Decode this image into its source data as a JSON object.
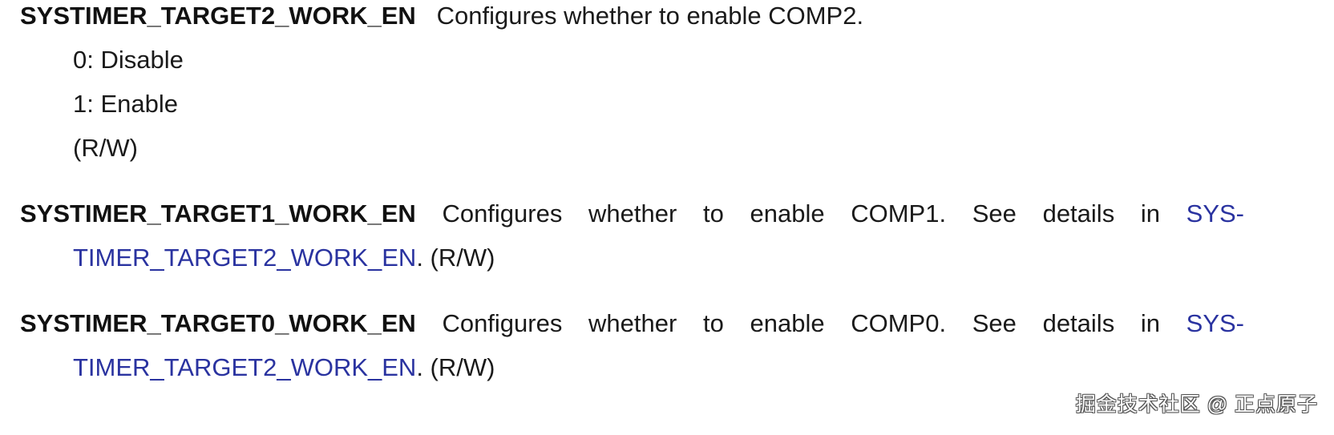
{
  "entries": [
    {
      "field": "SYSTIMER_TARGET2_WORK_EN",
      "description": "Configures whether to enable COMP2.",
      "values": [
        "0: Disable",
        "1: Enable"
      ],
      "access": "(R/W)"
    },
    {
      "field": "SYSTIMER_TARGET1_WORK_EN",
      "words": [
        "Configures",
        "whether",
        "to",
        "enable",
        "COMP1.",
        "See",
        "details",
        "in"
      ],
      "link_part1": "SYS-",
      "link_part2": "TIMER_TARGET2_WORK_EN",
      "suffix": ". (R/W)"
    },
    {
      "field": "SYSTIMER_TARGET0_WORK_EN",
      "words": [
        "Configures",
        "whether",
        "to",
        "enable",
        "COMP0.",
        "See",
        "details",
        "in"
      ],
      "link_part1": "SYS-",
      "link_part2": "TIMER_TARGET2_WORK_EN",
      "suffix": ". (R/W)"
    }
  ],
  "watermark": "掘金技术社区 @ 正点原子",
  "colors": {
    "text": "#1a1a1a",
    "link": "#2a33a0"
  }
}
